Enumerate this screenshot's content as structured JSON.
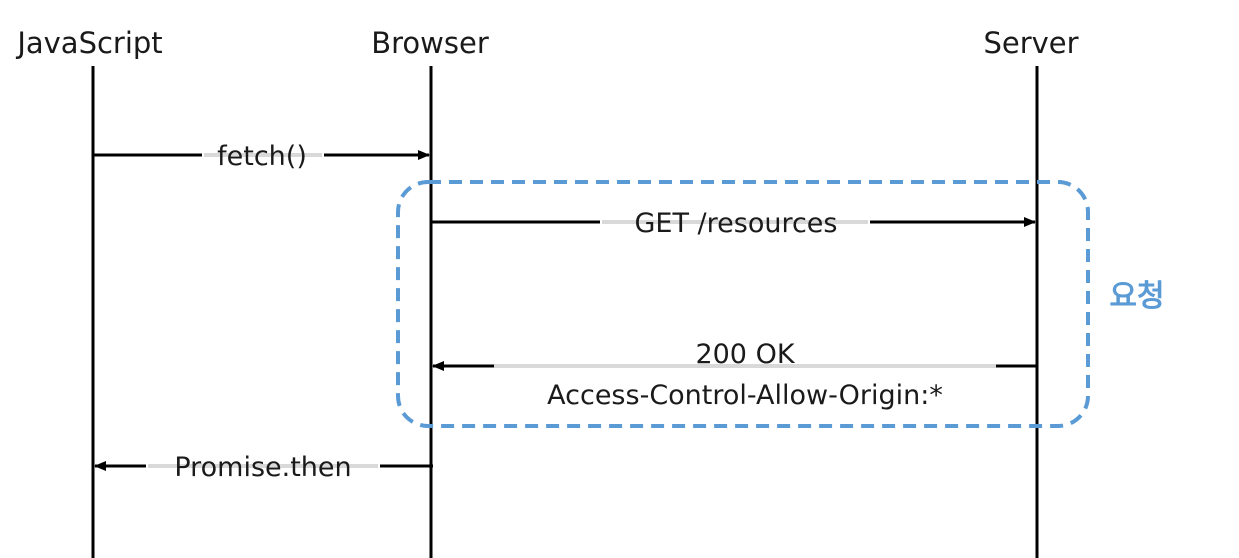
{
  "participants": {
    "javascript": "JavaScript",
    "browser": "Browser",
    "server": "Server"
  },
  "messages": {
    "fetch": "fetch()",
    "get": "GET  /resources",
    "ok_line1": "200  OK",
    "ok_line2": "Access-Control-Allow-Origin:*",
    "then": "Promise.then"
  },
  "group": {
    "label": "요청",
    "color": "#5b9bd5"
  },
  "colors": {
    "line": "#000000",
    "text": "#1a1a1a",
    "label_underlay": "#d9d9d9"
  }
}
